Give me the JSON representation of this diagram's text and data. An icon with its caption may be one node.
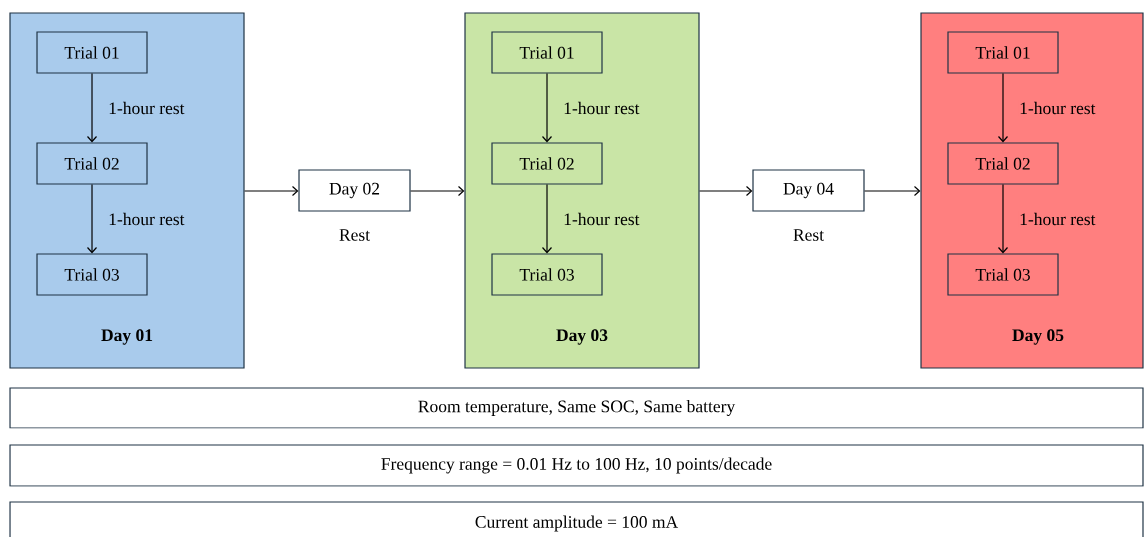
{
  "diagram": {
    "nodes": [
      {
        "text": [
          "Day 01"
        ]
      },
      {
        "text": [
          "Trial 01"
        ],
        "in": 0
      },
      {
        "text": [
          "Trial 02"
        ],
        "in": 0
      },
      {
        "text": [
          "Trial 03"
        ],
        "in": 0
      },
      {
        "text": [
          "Day 02"
        ],
        "beside": [
          "Rest"
        ]
      },
      {
        "text": [
          "Day 03"
        ]
      },
      {
        "text": [
          "Trial 01"
        ],
        "in": 5
      },
      {
        "text": [
          "Trial 02"
        ],
        "in": 5
      },
      {
        "text": [
          "Trial 03"
        ],
        "in": 5
      },
      {
        "text": [
          "Day 04"
        ],
        "beside": [
          "Rest"
        ]
      },
      {
        "text": [
          "Day 05"
        ]
      },
      {
        "text": [
          "Trial 01"
        ],
        "in": 10
      },
      {
        "text": [
          "Trial 02"
        ],
        "in": 10
      },
      {
        "text": [
          "Trial 03"
        ],
        "in": 10
      },
      {
        "text": [
          "Room temperature, Same SOC, Same battery"
        ]
      },
      {
        "text": [
          "Frequency range = 0.01 Hz to 100 Hz, 10 points/decade"
        ]
      },
      {
        "text": [
          "Current amplitude = 100 mA"
        ]
      }
    ],
    "edges": [
      {
        "from": 1,
        "to": 2,
        "arrow": "to",
        "label": "1-hour rest"
      },
      {
        "from": 2,
        "to": 3,
        "arrow": "to",
        "label": "1-hour rest"
      },
      {
        "from": 0,
        "to": 4,
        "arrow": "to"
      },
      {
        "from": 4,
        "to": 5,
        "arrow": "to"
      },
      {
        "from": 6,
        "to": 7,
        "arrow": "to",
        "label": "1-hour rest"
      },
      {
        "from": 7,
        "to": 8,
        "arrow": "to",
        "label": "1-hour rest"
      },
      {
        "from": 5,
        "to": 9,
        "arrow": "to"
      },
      {
        "from": 9,
        "to": 10,
        "arrow": "to"
      },
      {
        "from": 11,
        "to": 12,
        "arrow": "to",
        "label": "1-hour rest"
      },
      {
        "from": 12,
        "to": 13,
        "arrow": "to",
        "label": "1-hour rest"
      }
    ]
  }
}
